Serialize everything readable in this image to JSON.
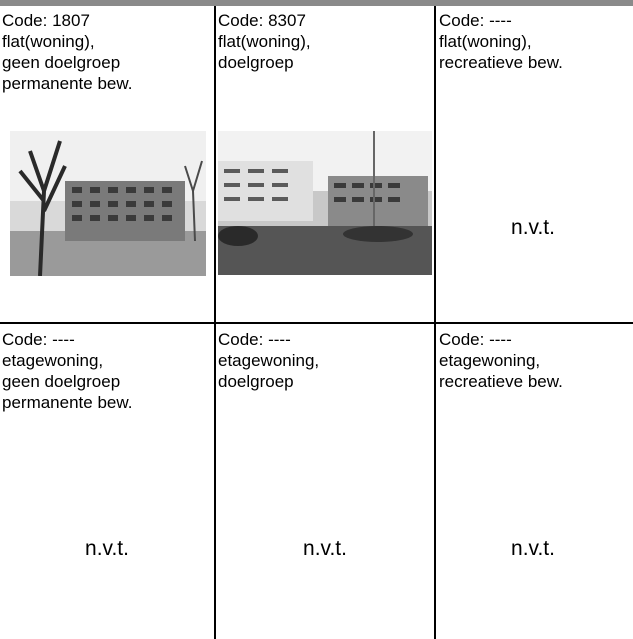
{
  "cells": [
    {
      "code": "Code: 1807",
      "description": "flat(woning),\ngeen doelgroep\npermanente bew.",
      "placeholder": ""
    },
    {
      "code": "Code: 8307",
      "description": "flat(woning),\ndoelgroep",
      "placeholder": ""
    },
    {
      "code": "Code: ----",
      "description": "flat(woning),\nrecreatieve bew.",
      "placeholder": "n.v.t."
    },
    {
      "code": "Code: ----",
      "description": "etagewoning,\ngeen doelgroep\npermanente bew.",
      "placeholder": "n.v.t."
    },
    {
      "code": "Code: ----",
      "description": "etagewoning,\ndoelgroep",
      "placeholder": "n.v.t."
    },
    {
      "code": "Code: ----",
      "description": "etagewoning,\nrecreatieve bew.",
      "placeholder": "n.v.t."
    }
  ]
}
